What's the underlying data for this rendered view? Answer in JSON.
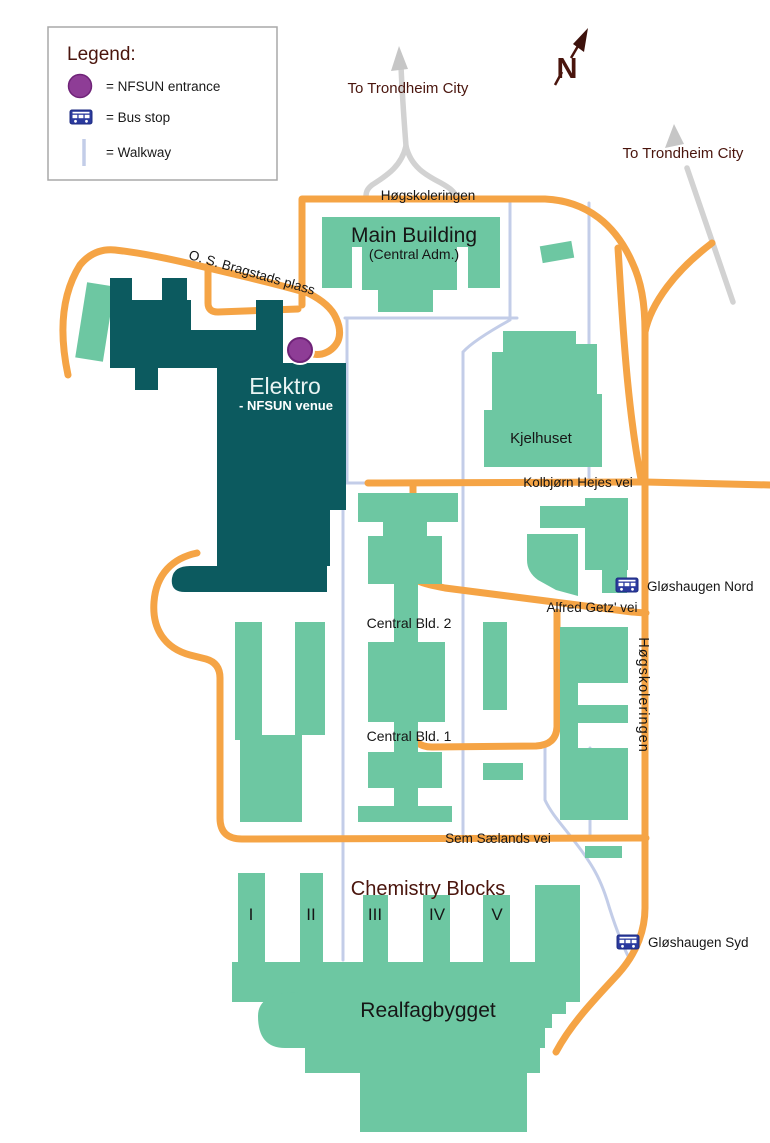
{
  "colors": {
    "building_green": "#6dc7a2",
    "venue_teal": "#0c5a5f",
    "road_orange": "#f5a445",
    "walkway_blue": "#c3cde8",
    "entrance_purple": "#8e3d96",
    "bus_icon_blue": "#2b3a9e",
    "label_maroon": "#4a150d",
    "offmap_road_gray": "#d2d2d2"
  },
  "legend": {
    "title": "Legend:",
    "entrance_label": "= NFSUN entrance",
    "bus_label": "= Bus stop",
    "walkway_label": "= Walkway"
  },
  "compass": {
    "north_label": "N"
  },
  "offmap_labels": {
    "north": "To Trondheim City",
    "east": "To Trondheim City"
  },
  "roads": {
    "hogskoleringen_north": "Høgskoleringen",
    "hogskoleringen_east": "Høgskoleringen",
    "bragstads_plass": "O. S. Bragstads plass",
    "kolbjorn_hejes": "Kolbjørn Hejes vei",
    "alfred_getz": "Alfred Getz' vei",
    "sem_saelands": "Sem Sælands vei"
  },
  "bus_stops": {
    "north": "Gløshaugen Nord",
    "south": "Gløshaugen Syd"
  },
  "buildings": {
    "main_building": {
      "name": "Main Building",
      "subtitle": "(Central Adm.)"
    },
    "kjelhuset": {
      "name": "Kjelhuset"
    },
    "central_bld_2": {
      "name": "Central Bld.  2"
    },
    "central_bld_1": {
      "name": "Central Bld. 1"
    },
    "chemistry": {
      "title": "Chemistry Blocks",
      "block_numerals": [
        "I",
        "II",
        "III",
        "IV",
        "V"
      ]
    },
    "realfagbygget": {
      "name": "Realfagbygget"
    },
    "elektro": {
      "name": "Elektro",
      "subtitle": "- NFSUN venue"
    }
  }
}
